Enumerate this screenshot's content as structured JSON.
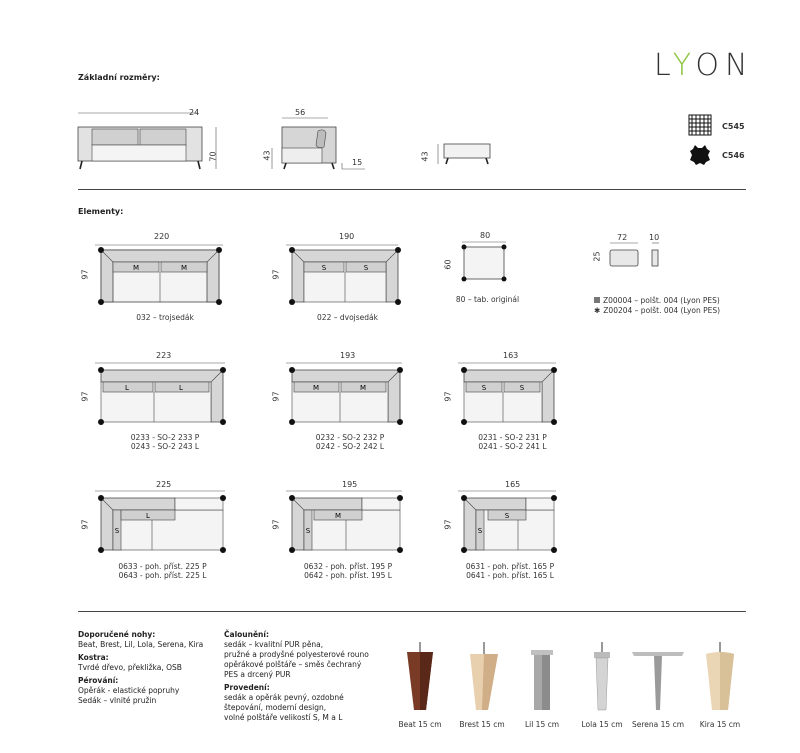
{
  "brand": {
    "logo_pre": "L",
    "logo_y": "Y",
    "logo_post": "ON"
  },
  "sections": {
    "basic": "Základní rozměry:",
    "elements": "Elementy:"
  },
  "basic_dims": {
    "back_top": "24",
    "height": "70",
    "side_depth": "56",
    "side_h": "43",
    "side_leg": "15",
    "ottoman_h": "43"
  },
  "materials": [
    {
      "code": "C545",
      "icon": "fabric-icon"
    },
    {
      "code": "C546",
      "icon": "leather-icon"
    }
  ],
  "elements_row1": [
    {
      "width": "220",
      "depth": "97",
      "caption": "032 – trojsedák",
      "cushion": "M"
    },
    {
      "width": "190",
      "depth": "97",
      "caption": "022 – dvojsedák",
      "cushion": "S"
    },
    {
      "width": "80",
      "depth": "60",
      "caption": "80 – tab. originál"
    }
  ],
  "pillow": {
    "w": "72",
    "h": "25",
    "side": "10",
    "legend": [
      "Z00004 – polšt. 004 (Lyon PES)",
      "Z00204 – polšt. 004 (Lyon PES)"
    ]
  },
  "elements_row2": [
    {
      "width": "223",
      "depth": "97",
      "cap1": "0233 - SO-2 233 P",
      "cap2": "0243 - SO-2 243 L",
      "cushion": "L"
    },
    {
      "width": "193",
      "depth": "97",
      "cap1": "0232 - SO-2 232 P",
      "cap2": "0242 - SO-2 242 L",
      "cushion": "M"
    },
    {
      "width": "163",
      "depth": "97",
      "cap1": "0231 - SO-2 231 P",
      "cap2": "0241 - SO-2 241 L",
      "cushion": "S"
    }
  ],
  "elements_row3": [
    {
      "width": "225",
      "depth": "97",
      "cap1": "0633 - poh. příst. 225 P",
      "cap2": "0643 - poh. příst. 225 L",
      "side": "S",
      "cushion": "L"
    },
    {
      "width": "195",
      "depth": "97",
      "cap1": "0632 - poh. příst. 195 P",
      "cap2": "0642 - poh. příst. 195 L",
      "side": "S",
      "cushion": "M"
    },
    {
      "width": "165",
      "depth": "97",
      "cap1": "0631 - poh. příst. 165 P",
      "cap2": "0641 - poh. příst. 165 L",
      "side": "S",
      "cushion": "S"
    }
  ],
  "notes": {
    "legs_title": "Doporučené nohy:",
    "legs_text": "Beat, Brest, Lil, Lola, Serena, Kira",
    "frame_title": "Kostra:",
    "frame_text": "Tvrdé dřevo, překližka, OSB",
    "springs_title": "Pérování:",
    "springs_1": "Opěrák - elastické popruhy",
    "springs_2": "Sedák – vlnité pružin",
    "uph_title": "Čalounění:",
    "uph_1": "sedák – kvalitní PUR pěna,",
    "uph_2": "pružné a prodyšné polyesterové rouno",
    "uph_3": "opěrákové polštáře – směs čechraný",
    "uph_4": "PES a drcený PUR",
    "design_title": "Provedení:",
    "design_1": "sedák a opěrák pevný, ozdobné",
    "design_2": "štepování, moderní design,",
    "design_3": "volné polštáře velikostí S, M a L"
  },
  "legs": [
    {
      "label": "Beat 15 cm",
      "icon": "beat-leg-icon"
    },
    {
      "label": "Brest 15 cm",
      "icon": "brest-leg-icon"
    },
    {
      "label": "Lil 15 cm",
      "icon": "lil-leg-icon"
    },
    {
      "label": "Lola 15 cm",
      "icon": "lola-leg-icon"
    },
    {
      "label": "Serena 15 cm",
      "icon": "serena-leg-icon"
    },
    {
      "label": "Kira 15 cm",
      "icon": "kira-leg-icon"
    }
  ],
  "colors": {
    "accent": "#8cc43f",
    "upholstery": "#d6d6d6",
    "seat": "#f2f2f2"
  }
}
